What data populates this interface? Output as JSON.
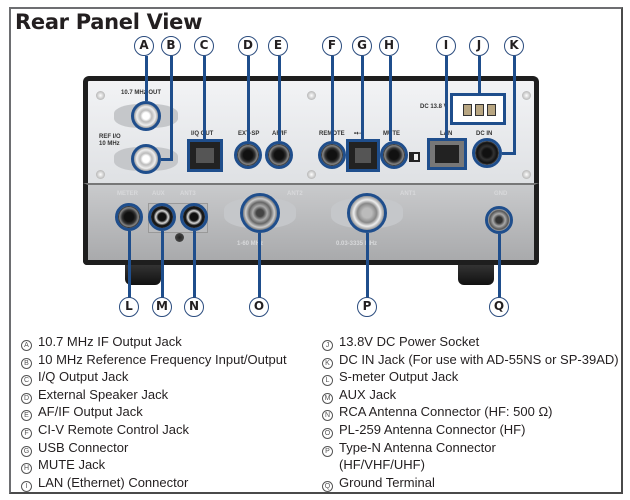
{
  "title": "Rear Panel View",
  "callouts": {
    "top": [
      "A",
      "B",
      "C",
      "D",
      "E",
      "F",
      "G",
      "H",
      "I",
      "J",
      "K"
    ],
    "bottom": [
      "L",
      "M",
      "N",
      "O",
      "P",
      "Q"
    ]
  },
  "panel_labels": {
    "if_out": "10.7 MHz OUT",
    "ref_io_line1": "REF I/O",
    "ref_io_line2": "10 MHz",
    "iq_out": "I/Q OUT",
    "ext_sp": "EXT-SP",
    "af_if": "AF/IF",
    "remote": "REMOTE",
    "usb": "•⇠",
    "mute": "MUTE",
    "lan": "LAN",
    "dc_in": "DC IN",
    "dc_138": "DC 13.8 V",
    "meter": "METER",
    "aux": "AUX",
    "ant3": "ANT3",
    "ant2": "ANT2",
    "ant1": "ANT1",
    "gnd": "GND",
    "ant2_sub": "1-60 MHz",
    "ant1_sub": "0.03-3335 MHz"
  },
  "legend": {
    "left": [
      {
        "mark": "A",
        "text": "10.7 MHz IF Output Jack"
      },
      {
        "mark": "B",
        "text": "10 MHz Reference Frequency Input/Output"
      },
      {
        "mark": "C",
        "text": "I/Q Output Jack"
      },
      {
        "mark": "D",
        "text": "External Speaker Jack"
      },
      {
        "mark": "E",
        "text": "AF/IF Output Jack"
      },
      {
        "mark": "F",
        "text": "CI-V Remote Control Jack"
      },
      {
        "mark": "G",
        "text": "USB Connector"
      },
      {
        "mark": "H",
        "text": "MUTE Jack"
      },
      {
        "mark": "I",
        "text": "LAN (Ethernet) Connector"
      }
    ],
    "right": [
      {
        "mark": "J",
        "text": "13.8V DC Power Socket"
      },
      {
        "mark": "K",
        "text": "DC IN Jack (For use with AD-55NS or SP-39AD)"
      },
      {
        "mark": "L",
        "text": "S-meter Output Jack"
      },
      {
        "mark": "M",
        "text": "AUX Jack"
      },
      {
        "mark": "N",
        "text": "RCA Antenna Connector (HF: 500 Ω)"
      },
      {
        "mark": "O",
        "text": "PL-259 Antenna Connector (HF)"
      },
      {
        "mark": "P",
        "text": "Type-N Antenna Connector"
      },
      {
        "mark": "",
        "text": "(HF/VHF/UHF)"
      },
      {
        "mark": "Q",
        "text": "Ground Terminal"
      }
    ]
  },
  "colors": {
    "callout_blue": "#1f4e8c",
    "text": "#231f20",
    "frame": "#6d6e71"
  }
}
